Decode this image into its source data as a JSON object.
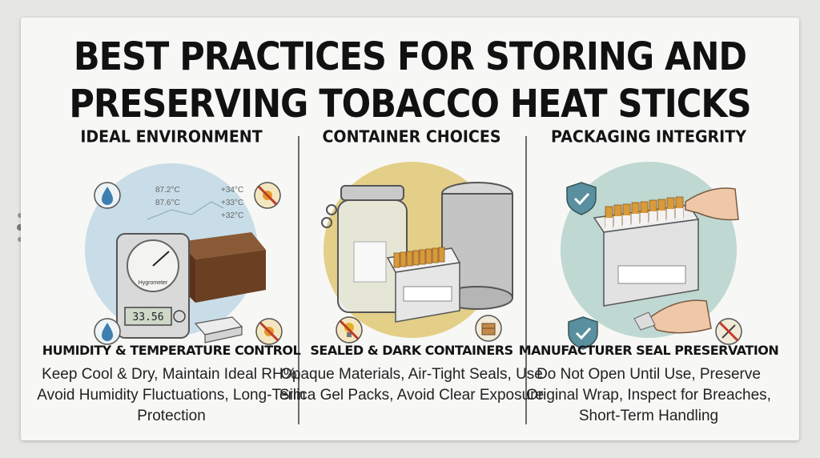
{
  "title": {
    "line1": "BEST PRACTICES FOR STORING AND",
    "line2": "PRESERVING TOBACCO HEAT STICKS"
  },
  "sections": [
    {
      "heading": "IDEAL ENVIRONMENT",
      "subheading": "HUMIDITY & TEMPERATURE CONTROL",
      "description": "Keep Cool & Dry, Maintain Ideal RH%, Avoid Humidity Fluctuations, Long-Term Protection",
      "readings": [
        "87.2°C",
        "87.6°C",
        "+34°C",
        "+33°C",
        "+32°C"
      ],
      "hygrometer_label": "Hygrometer",
      "hygrometer_display": "33.56",
      "icons": [
        "water-drop-icon",
        "no-sun-icon",
        "water-drop-icon",
        "no-sun-icon"
      ]
    },
    {
      "heading": "CONTAINER CHOICES",
      "subheading": "SEALED & DARK CONTAINERS",
      "description": "Opaque Materials, Air-Tight Seals, Use Silica Gel Packs, Avoid Clear Exposure",
      "icons": [
        "no-light-icon",
        "box-icon"
      ]
    },
    {
      "heading": "PACKAGING INTEGRITY",
      "subheading": "MANUFACTURER SEAL PRESERVATION",
      "description": "Do Not Open Until Use, Preserve Original Wrap, Inspect for Breaches, Short-Term Handling",
      "icons": [
        "shield-check-icon",
        "shield-check-icon",
        "no-scissors-icon"
      ]
    }
  ],
  "colors": {
    "background": "#e6e6e4",
    "card": "#f7f7f5",
    "circle_blue": "#c8dde8",
    "circle_tan": "#e4cf88",
    "circle_teal": "#bfd8d2",
    "wood": "#7a4a2a",
    "shield": "#5a8fa0"
  }
}
